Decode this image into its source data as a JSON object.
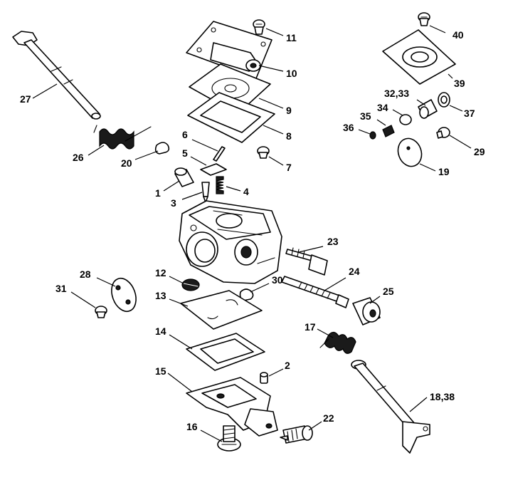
{
  "callouts": {
    "c1": "1",
    "c2": "2",
    "c3": "3",
    "c4": "4",
    "c5": "5",
    "c6": "6",
    "c7": "7",
    "c8": "8",
    "c9": "9",
    "c10": "10",
    "c11": "11",
    "c12": "12",
    "c13": "13",
    "c14": "14",
    "c15": "15",
    "c16": "16",
    "c17": "17",
    "c18_38": "18,38",
    "c19": "19",
    "c20": "20",
    "c22": "22",
    "c23": "23",
    "c24": "24",
    "c25": "25",
    "c26": "26",
    "c27": "27",
    "c28": "28",
    "c29": "29",
    "c30": "30",
    "c31": "31",
    "c32_33": "32,33",
    "c34": "34",
    "c35": "35",
    "c36": "36",
    "c37": "37",
    "c39": "39",
    "c40": "40"
  }
}
